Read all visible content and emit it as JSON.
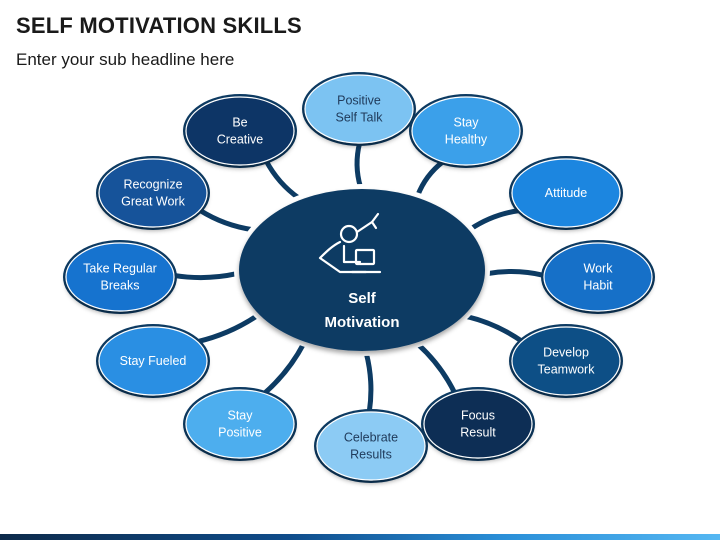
{
  "header": {
    "title": "SELF MOTIVATION SKILLS",
    "subtitle": "Enter your sub headline here"
  },
  "center": {
    "line1": "Self",
    "line2": "Motivation",
    "icon": "person-at-desk-raising-hand-icon",
    "color": "#0d3b63"
  },
  "nodes": [
    {
      "lines": [
        "Positive",
        "Self Talk"
      ],
      "color": "#7cc3f2",
      "dark_text": true
    },
    {
      "lines": [
        "Stay",
        "Healthy"
      ],
      "color": "#3aa0ea",
      "dark_text": false
    },
    {
      "lines": [
        "Attitude"
      ],
      "color": "#1d86e0",
      "dark_text": false
    },
    {
      "lines": [
        "Work",
        "Habit"
      ],
      "color": "#1570c8",
      "dark_text": false
    },
    {
      "lines": [
        "Develop",
        "Teamwork"
      ],
      "color": "#0f4f86",
      "dark_text": false
    },
    {
      "lines": [
        "Focus",
        "Result"
      ],
      "color": "#0b2f55",
      "dark_text": false
    },
    {
      "lines": [
        "Celebrate",
        "Results"
      ],
      "color": "#8ccbf4",
      "dark_text": true
    },
    {
      "lines": [
        "Stay",
        "Positive"
      ],
      "color": "#4eaeee",
      "dark_text": false
    },
    {
      "lines": [
        "Stay Fueled"
      ],
      "color": "#2a8fe3",
      "dark_text": false
    },
    {
      "lines": [
        "Take Regular",
        "Breaks"
      ],
      "color": "#1973cf",
      "dark_text": false
    },
    {
      "lines": [
        "Recognize",
        "Great Work"
      ],
      "color": "#12539a",
      "dark_text": false
    },
    {
      "lines": [
        "Be",
        "Creative"
      ],
      "color": "#0d3566",
      "dark_text": false
    }
  ]
}
